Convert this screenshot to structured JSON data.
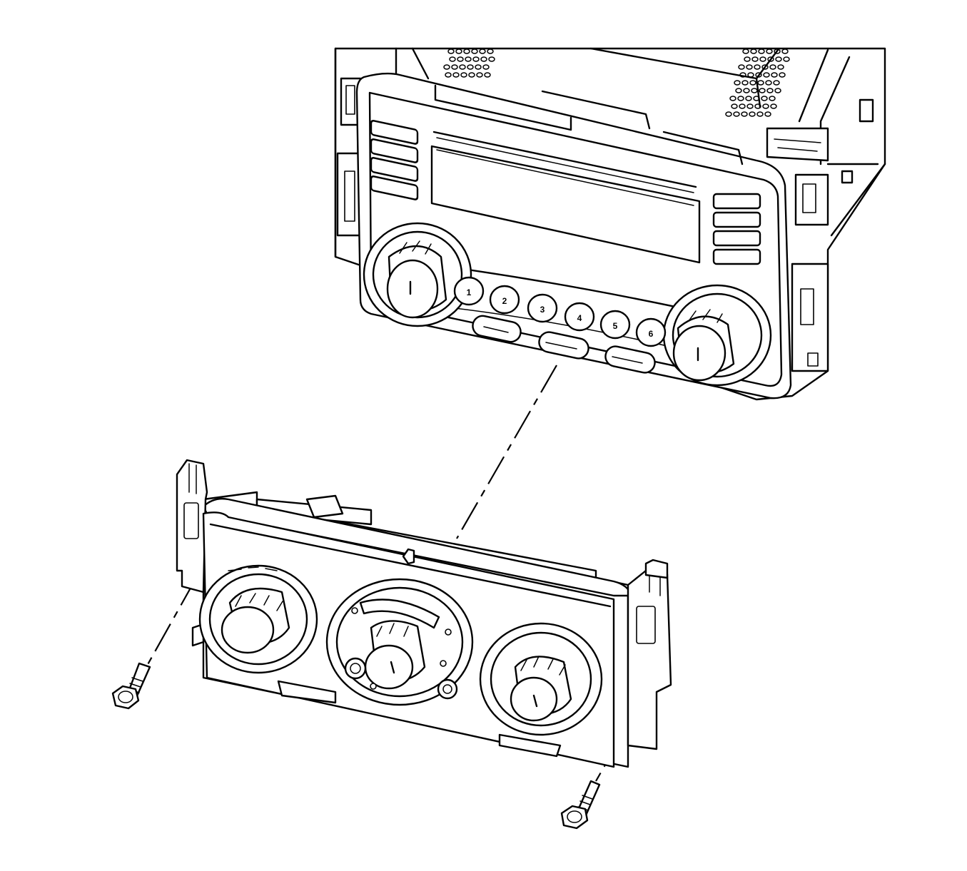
{
  "radio": {
    "preset_buttons": [
      "1",
      "2",
      "3",
      "4",
      "5",
      "6"
    ]
  }
}
